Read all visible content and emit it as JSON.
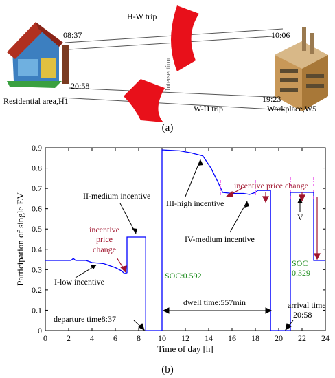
{
  "diagram": {
    "panel_label": "(a)",
    "home_label": "Residential area,H1",
    "work_label": "Workplace,W5",
    "hw_trip": "H-W trip",
    "wh_trip": "W-H trip",
    "intersection": "Intersection",
    "time_home_depart": "08:37",
    "time_work_arrive": "10:06",
    "time_home_arrive": "20:58",
    "time_work_depart": "19:23"
  },
  "chart_panel_label": "(b)",
  "chart_data": {
    "type": "line",
    "xlabel": "Time of day [h]",
    "ylabel": "Participation of single EV",
    "xlim": [
      0,
      24
    ],
    "ylim": [
      0,
      0.9
    ],
    "xticks": [
      0,
      2,
      4,
      6,
      8,
      10,
      12,
      14,
      16,
      18,
      20,
      22,
      24
    ],
    "yticks": [
      0,
      0.1,
      0.2,
      0.3,
      0.4,
      0.5,
      0.6,
      0.7,
      0.8,
      0.9
    ],
    "line_color": "#0000ff",
    "series": [
      {
        "x": [
          0,
          2.2,
          2.4,
          2.6,
          3.5,
          4,
          5,
          6,
          6.5,
          6.8,
          7.0,
          7.0,
          8.6,
          8.6,
          8.8,
          10.0,
          10.0,
          11.5,
          12.5,
          13.5,
          14.2,
          14.8,
          15.2,
          16,
          17,
          17.5,
          18,
          18.2,
          19.3,
          19.3,
          21.0,
          21.0,
          23.0,
          23.0,
          24
        ],
        "y": [
          0.345,
          0.345,
          0.355,
          0.345,
          0.345,
          0.335,
          0.33,
          0.31,
          0.295,
          0.28,
          0.285,
          0.46,
          0.46,
          0.0,
          0.0,
          0.0,
          0.89,
          0.885,
          0.875,
          0.86,
          0.8,
          0.73,
          0.68,
          0.675,
          0.675,
          0.67,
          0.68,
          0.69,
          0.69,
          0.0,
          0.0,
          0.68,
          0.68,
          0.345,
          0.345
        ]
      }
    ],
    "annotations": [
      {
        "text": "I-low incentive",
        "color": "#000000"
      },
      {
        "text": "incentive",
        "color": "#a0142d"
      },
      {
        "text": "price",
        "color": "#a0142d"
      },
      {
        "text": "change",
        "color": "#a0142d"
      },
      {
        "text": "II-medium incentive",
        "color": "#000000"
      },
      {
        "text": "III-high incentive",
        "color": "#000000"
      },
      {
        "text": "incentive price change",
        "color": "#a0142d"
      },
      {
        "text": "IV-medium incentive",
        "color": "#000000"
      },
      {
        "text": "V",
        "color": "#000000"
      },
      {
        "text": "SOC:0.592",
        "color": "#1a8a1a"
      },
      {
        "text": "SOC",
        "color": "#1a8a1a"
      },
      {
        "text": "0.329",
        "color": "#1a8a1a"
      },
      {
        "text": "departure time8:37",
        "color": "#000000"
      },
      {
        "text": "dwell time:557min",
        "color": "#000000"
      },
      {
        "text": "arrival time",
        "color": "#000000"
      },
      {
        "text": "20:58",
        "color": "#000000"
      }
    ],
    "grid": false,
    "legend": "none"
  }
}
